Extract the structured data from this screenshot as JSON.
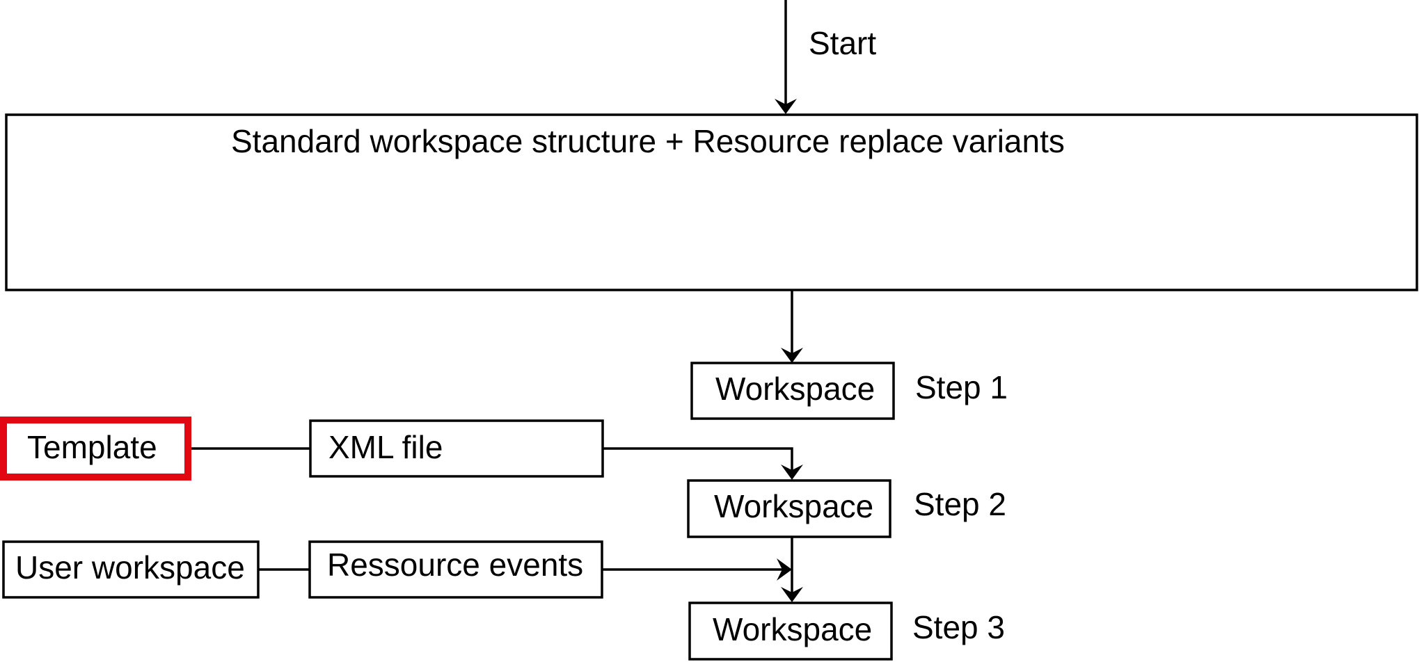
{
  "diagram": {
    "start_label": "Start",
    "main_box_label": "Standard workspace structure + Resource replace variants",
    "workspace_label": "Workspace",
    "steps": [
      "Step 1",
      "Step 2",
      "Step 3"
    ],
    "template_label": "Template",
    "xml_file_label": "XML file",
    "user_workspace_label": "User workspace",
    "resource_events_label": "Ressource events"
  },
  "colors": {
    "highlight": "#e30613",
    "stroke": "#000000",
    "background": "#ffffff"
  }
}
